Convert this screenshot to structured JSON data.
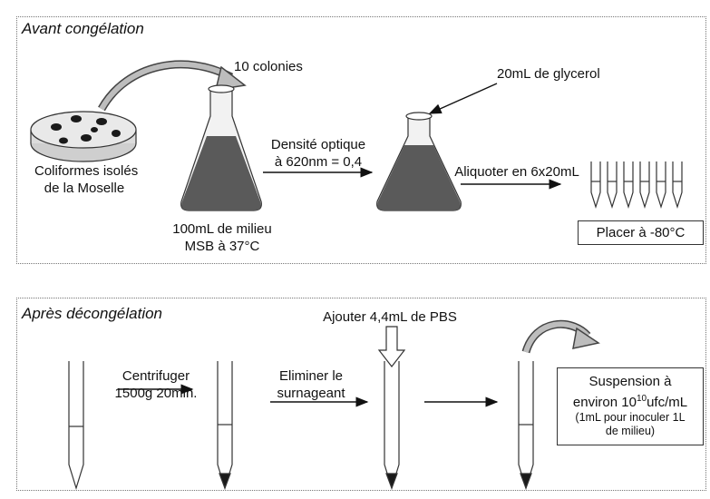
{
  "before": {
    "title": "Avant congélation",
    "colonies": "10 colonies",
    "glycerol": "20mL de glycerol",
    "source_line1": "Coliformes isolés",
    "source_line2": "de la Moselle",
    "medium_line1": "100mL de milieu",
    "medium_line2": "MSB à 37°C",
    "od_line1": "Densité optique",
    "od_line2": "à 620nm = 0,4",
    "aliquot": "Aliquoter en 6x20mL",
    "store": "Placer à -80°C"
  },
  "after": {
    "title": "Après décongélation",
    "add_pbs": "Ajouter 4,4mL de PBS",
    "centrifuge_line1": "Centrifuger",
    "centrifuge_line2": "1500g 20min.",
    "remove_line1": "Eliminer le",
    "remove_line2": "surnageant",
    "result_line1": "Suspension à",
    "result_line2_pre": "environ 10",
    "result_line2_sup": "10",
    "result_line2_post": "ufc/mL",
    "result_line3": "(1mL pour inoculer 1L",
    "result_line4": "de milieu)"
  },
  "colors": {
    "ink": "#111111",
    "liquid": "#5a5a5a",
    "colony": "#1a1a1a"
  }
}
